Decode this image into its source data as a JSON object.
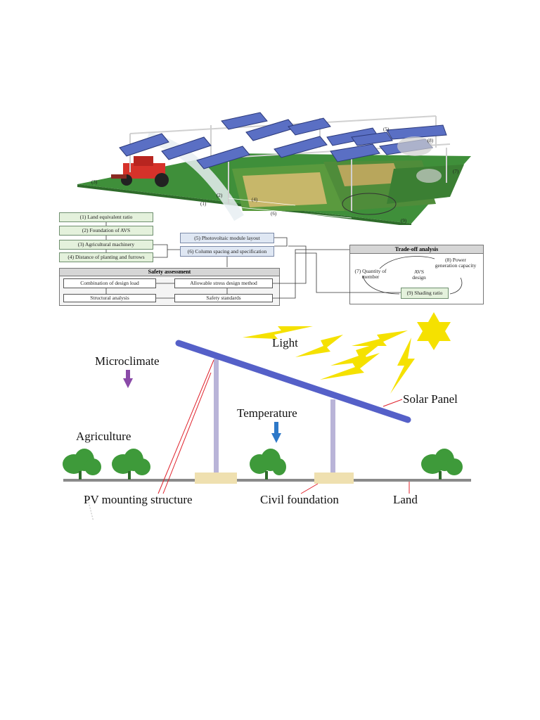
{
  "top_figure": {
    "numbers": {
      "n1": "(1)",
      "n2": "(2)",
      "n3": "(3)",
      "n4": "(4)",
      "n5": "(5)",
      "n6": "(6)",
      "n7": "(7)",
      "n8": "(8)",
      "n9": "(9)"
    },
    "left_boxes": [
      "(1) Land equivalent ratio",
      "(2) Foundation of AVS",
      "(3) Agricultural machinery",
      "(4) Distance of planting and furrows"
    ],
    "mid_boxes": [
      "(5) Photovoltaic module layout",
      "(6) Column spacing and specification"
    ],
    "safety": {
      "title": "Safety assessment",
      "items": [
        "Combination of design load",
        "Allowable stress design method",
        "Structural analysis",
        "Safety standards"
      ]
    },
    "tradeoff": {
      "title": "Trade-off analysis",
      "quantity": "(7) Quantity of member",
      "power": "(8) Power generation capacity",
      "center": "AVS design",
      "shading": "(9) Shading ratio"
    }
  },
  "bottom_figure": {
    "labels": {
      "light": "Light",
      "microclimate": "Microclimate",
      "solar_panel": "Solar Panel",
      "temperature": "Temperature",
      "agriculture": "Agriculture",
      "pv_mounting": "PV mounting structure",
      "civil_foundation": "Civil foundation",
      "land": "Land"
    },
    "colors": {
      "panel": "#5560c8",
      "post": "#b9b4d8",
      "sun": "#f5e100",
      "foundation": "#efe0b0",
      "ground": "#8a8a8a",
      "leader": "#e0202a",
      "temp_arrow": "#2d78c8",
      "micro_arrow": "#8a4aa8",
      "plant": "#3e9a3a"
    }
  }
}
